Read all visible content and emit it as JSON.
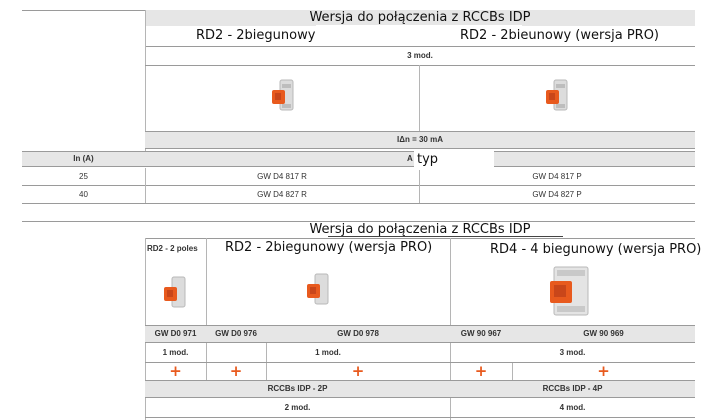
{
  "upper": {
    "section_title": "Wersja do połączenia z RCCBs IDP",
    "col1_title": "RD2 - 2biegunowy",
    "col2_title": "RD2 - 2bieunowy (wersja PRO)",
    "modules": "3 mod.",
    "idn": "IΔn = 30 mA",
    "in_header": "In (A)",
    "type_letter": "A",
    "type_overlay": "typ",
    "rows": [
      {
        "in": "25",
        "code1": "GW D4 817 R",
        "code2": "GW D4 817 P"
      },
      {
        "in": "40",
        "code1": "GW D4 827 R",
        "code2": "GW D4 827 P"
      }
    ]
  },
  "lower": {
    "section_title": "Wersja do połączenia z RCCBs IDP",
    "col_a_title": "RD2 - 2 poles",
    "col_b_title": "RD2 - 2biegunowy (wersja PRO)",
    "col_c_title": "RD4 - 4 biegunowy (wersja PRO)",
    "codes": [
      "GW D0 971",
      "GW D0 976",
      "GW D0 978",
      "GW 90 967",
      "GW 90 969"
    ],
    "mod_a": "1 mod.",
    "mod_b": "1 mod.",
    "mod_c": "3 mod.",
    "plus": "+",
    "rccb_2p": "RCCBs IDP - 2P",
    "rccb_4p": "RCCBs IDP - 4P",
    "mod_2p": "2 mod.",
    "mod_4p": "4 mod."
  },
  "icons": {
    "device_small": "rcd-module-2pole-icon",
    "device_large": "rcd-module-4pole-icon"
  },
  "colors": {
    "accent": "#e85a1e",
    "header_bg": "#e6e6e6"
  }
}
